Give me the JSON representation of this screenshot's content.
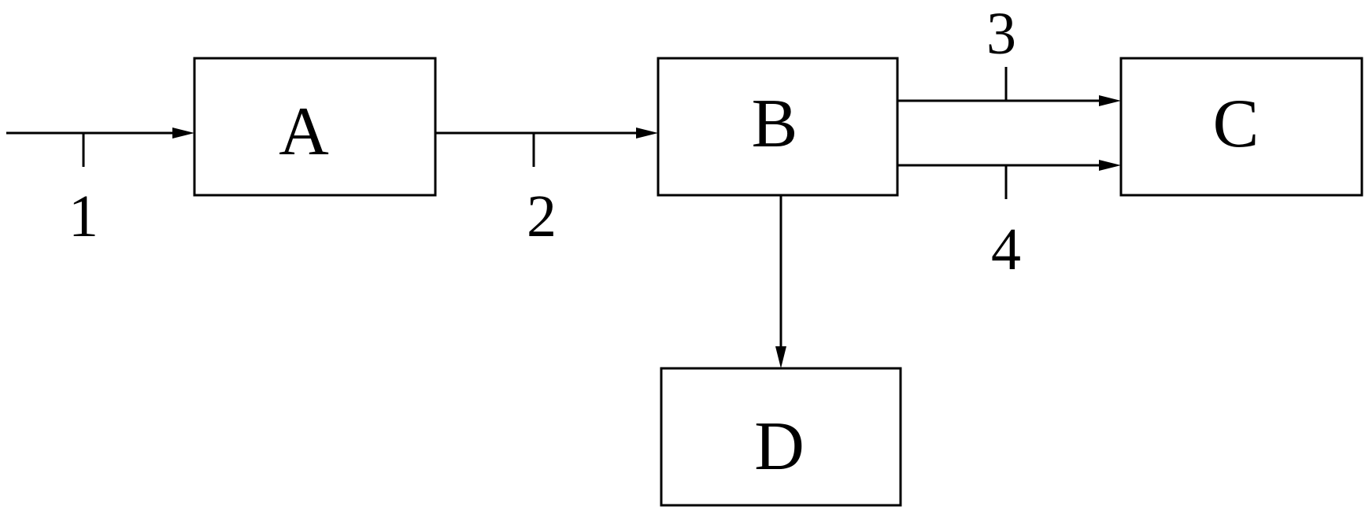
{
  "colors": {
    "background": "#ffffff",
    "stroke": "#000000"
  },
  "boxes": {
    "a": "A",
    "b": "B",
    "c": "C",
    "d": "D"
  },
  "streams": {
    "s1": "1",
    "s2": "2",
    "s3": "3",
    "s4": "4"
  }
}
